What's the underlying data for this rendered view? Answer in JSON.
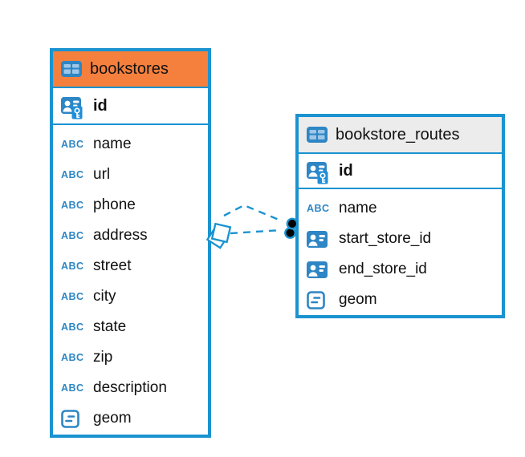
{
  "colors": {
    "line_blue": "#1a93d0",
    "icon_blue": "#2e86c4",
    "badge_blue": "#1f8ed8",
    "icon_cell_blue": "#9dc6e8",
    "orange_header": "#f5803d",
    "gray_header": "#ececec",
    "text": "#111111",
    "dot_black": "#000000"
  },
  "icon_labels": {
    "text_type": "ABC"
  },
  "tables": [
    {
      "id": "bookstores",
      "title": "bookstores",
      "header_style": "orange",
      "primary_key": {
        "name": "id",
        "icon": "primary-key"
      },
      "columns": [
        {
          "name": "name",
          "icon": "text"
        },
        {
          "name": "url",
          "icon": "text"
        },
        {
          "name": "phone",
          "icon": "text"
        },
        {
          "name": "address",
          "icon": "text"
        },
        {
          "name": "street",
          "icon": "text"
        },
        {
          "name": "city",
          "icon": "text"
        },
        {
          "name": "state",
          "icon": "text"
        },
        {
          "name": "zip",
          "icon": "text"
        },
        {
          "name": "description",
          "icon": "text"
        },
        {
          "name": "geom",
          "icon": "geometry"
        }
      ]
    },
    {
      "id": "bookstore_routes",
      "title": "bookstore_routes",
      "header_style": "gray",
      "primary_key": {
        "name": "id",
        "icon": "primary-key"
      },
      "columns": [
        {
          "name": "name",
          "icon": "text"
        },
        {
          "name": "start_store_id",
          "icon": "reference"
        },
        {
          "name": "end_store_id",
          "icon": "reference"
        },
        {
          "name": "geom",
          "icon": "geometry"
        }
      ]
    }
  ],
  "relationships": [
    {
      "from": "bookstore_routes",
      "to": "bookstores",
      "style": "dashed"
    },
    {
      "from": "bookstore_routes",
      "to": "bookstores",
      "style": "dashed"
    }
  ]
}
